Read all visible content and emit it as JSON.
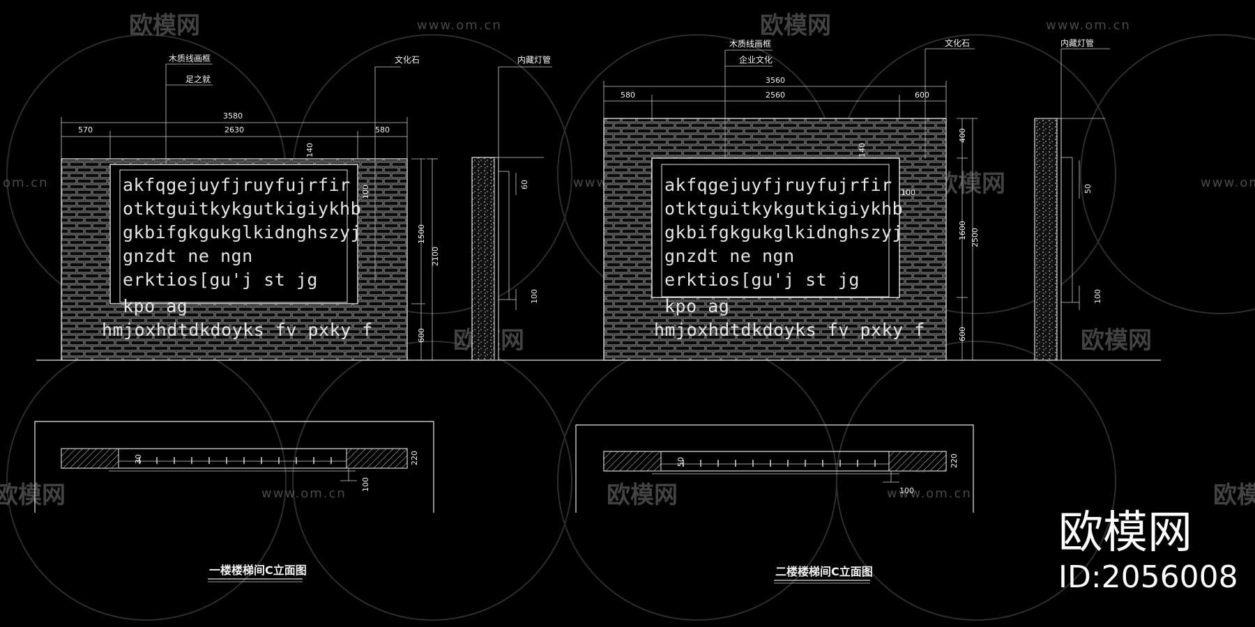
{
  "watermark": {
    "brand": "欧模网",
    "url": "www.om.cn",
    "url_short": "om.cn"
  },
  "badge": {
    "brand": "欧模网",
    "id_text": "ID:2056008"
  },
  "left_drawing": {
    "title": "一楼楼梯间C立面图",
    "callouts": {
      "wood_frame": "木质线画框",
      "frame_text": "足之就",
      "culture_stone": "文化石",
      "hidden_light": "内藏灯管"
    },
    "dims": {
      "total": "3580",
      "left": "570",
      "mid": "2630",
      "right": "580",
      "d140": "140",
      "d100": "100",
      "h1500": "1500",
      "h2100": "2100",
      "h600": "600",
      "s60": "60",
      "s100": "100",
      "p30": "30",
      "p220": "220",
      "p100": "100"
    },
    "text_lines": [
      "akfqgejuyfjruyfujrfir",
      "otktguitkykgutkigiykhb",
      "gkbifgkgukglkidnghszyj",
      "gnzdt ne ngn",
      "erktios[gu'j st jg",
      "kpo ag",
      "hmjoxhdtdkdoyks fv pxky f"
    ]
  },
  "right_drawing": {
    "title": "二楼楼梯间C立面图",
    "callouts": {
      "wood_frame": "木质线画框",
      "frame_text": "企业文化",
      "culture_stone": "文化石",
      "hidden_light": "内藏灯管"
    },
    "dims": {
      "total": "3560",
      "left": "580",
      "mid": "2560",
      "right": "600",
      "d140": "140",
      "d100": "100",
      "h400": "400",
      "h1600": "1600",
      "h2500": "2500",
      "h600": "600",
      "s50": "50",
      "s100": "100",
      "p50": "50",
      "p220": "220",
      "p100": "100"
    },
    "text_lines": [
      "akfqgejuyfjruyfujrfir",
      "otktguitkykgutkigiykhb",
      "gkbifgkgukglkidnghszyj",
      "gnzdt ne ngn",
      "erktios[gu'j st jg",
      "kpo ag",
      "hmjoxhdtdkdoyks fv pxky f"
    ]
  }
}
